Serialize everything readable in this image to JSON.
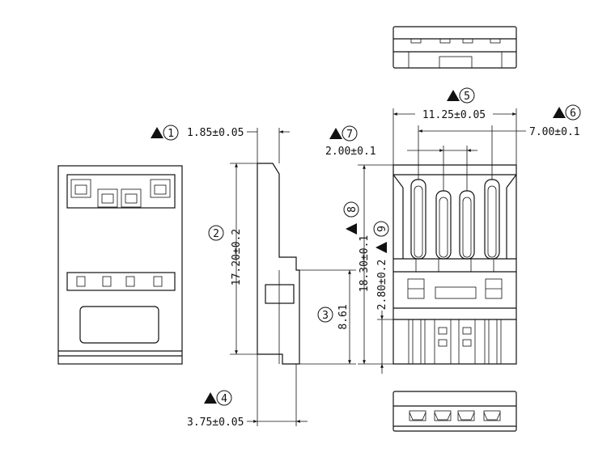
{
  "dimensions": {
    "d1": {
      "marker": "1",
      "value": "1.85±0.05",
      "flagged": true
    },
    "d2": {
      "marker": "2",
      "value": "17.20±0.2",
      "flagged": false
    },
    "d3": {
      "marker": "3",
      "value": "8.61",
      "flagged": false
    },
    "d4": {
      "marker": "4",
      "value": "3.75±0.05",
      "flagged": true
    },
    "d5": {
      "marker": "5",
      "value": "11.25±0.05",
      "flagged": true
    },
    "d6": {
      "marker": "6",
      "value": "7.00±0.1",
      "flagged": true
    },
    "d7": {
      "marker": "7",
      "value": "2.00±0.1",
      "flagged": true
    },
    "d8": {
      "marker": "8",
      "value": "18.30±0.1",
      "flagged": true
    },
    "d9": {
      "marker": "9",
      "value": "2.80±0.2",
      "flagged": true
    }
  },
  "colors": {
    "line": "#111111",
    "background": "#ffffff"
  }
}
